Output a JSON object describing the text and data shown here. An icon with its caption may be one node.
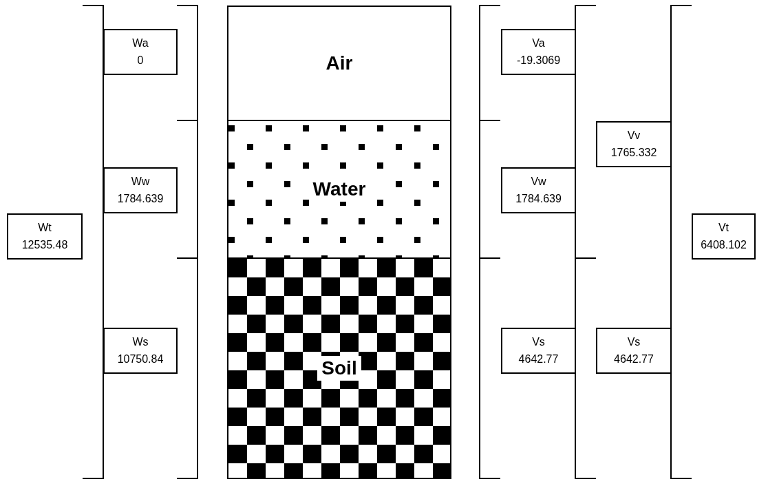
{
  "diagram": {
    "nodes": [
      {
        "text": [
          "Wt",
          "12535.48"
        ]
      },
      {
        "text": [
          "Wa",
          "0"
        ]
      },
      {
        "text": [
          "Ww",
          "1784.639"
        ]
      },
      {
        "text": [
          "Ws",
          "10750.84"
        ]
      },
      {
        "text": [
          "Air"
        ]
      },
      {
        "text": [
          "Water"
        ]
      },
      {
        "text": [
          "Soil"
        ]
      },
      {
        "text": [
          "Va",
          "-19.3069"
        ]
      },
      {
        "text": [
          "Vw",
          "1784.639"
        ]
      },
      {
        "text": [
          "Vs",
          "4642.77"
        ]
      },
      {
        "text": [
          "Vv",
          "1765.332"
        ]
      },
      {
        "text": [
          "Vs",
          "4642.77"
        ]
      },
      {
        "text": [
          "Vt",
          "6408.102"
        ]
      }
    ]
  }
}
